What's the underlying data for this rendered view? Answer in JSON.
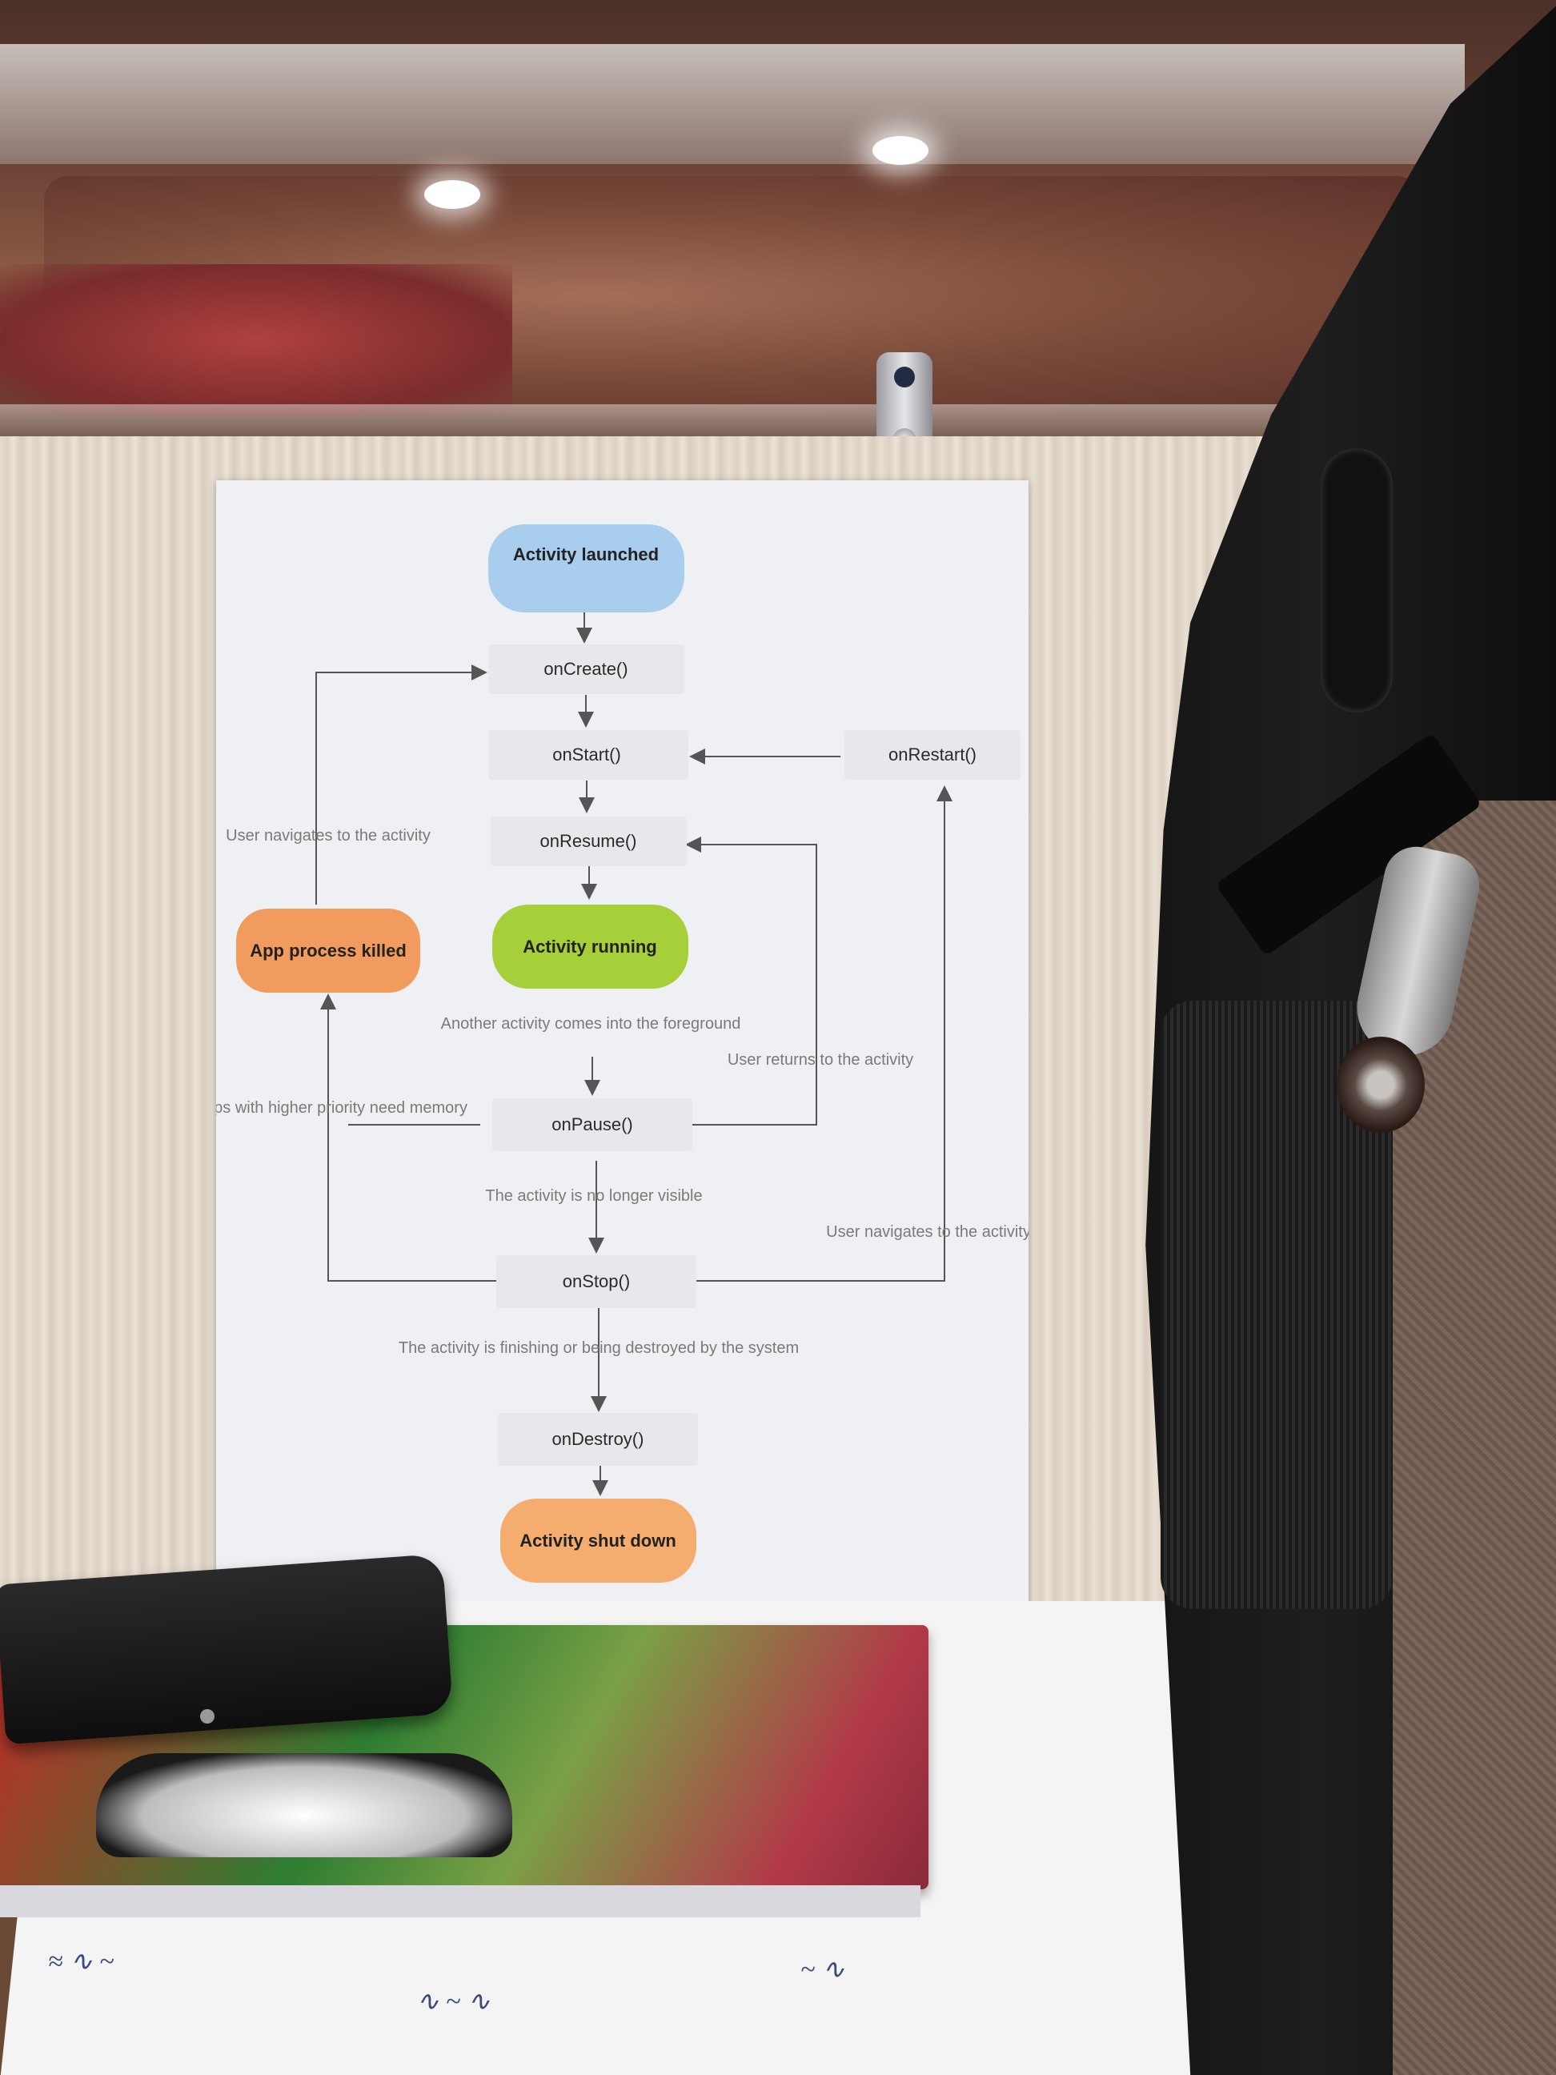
{
  "poster": {
    "nodes": {
      "launched": "Activity launched",
      "on_create": "onCreate()",
      "on_start": "onStart()",
      "on_restart": "onRestart()",
      "on_resume": "onResume()",
      "running": "Activity running",
      "app_killed": "App process killed",
      "on_pause": "onPause()",
      "on_stop": "onStop()",
      "on_destroy": "onDestroy()",
      "shut_down": "Activity shut down"
    },
    "notes": {
      "user_navigates_left": "User navigates to the activity",
      "another_activity": "Another activity comes into the foreground",
      "user_returns": "User returns to the activity",
      "higher_priority": "ops with higher priority need memory",
      "no_longer_visible": "The activity is no longer visible",
      "user_navigates_right": "User navigates to the activity",
      "finishing": "The activity is finishing or being destroyed by the system"
    },
    "colors": {
      "launched": "#a9cdec",
      "running": "#a6cf3a",
      "app_killed": "#f29b5e",
      "shut_down": "#f4ad6e",
      "callback_box": "#e6e8ec"
    }
  }
}
